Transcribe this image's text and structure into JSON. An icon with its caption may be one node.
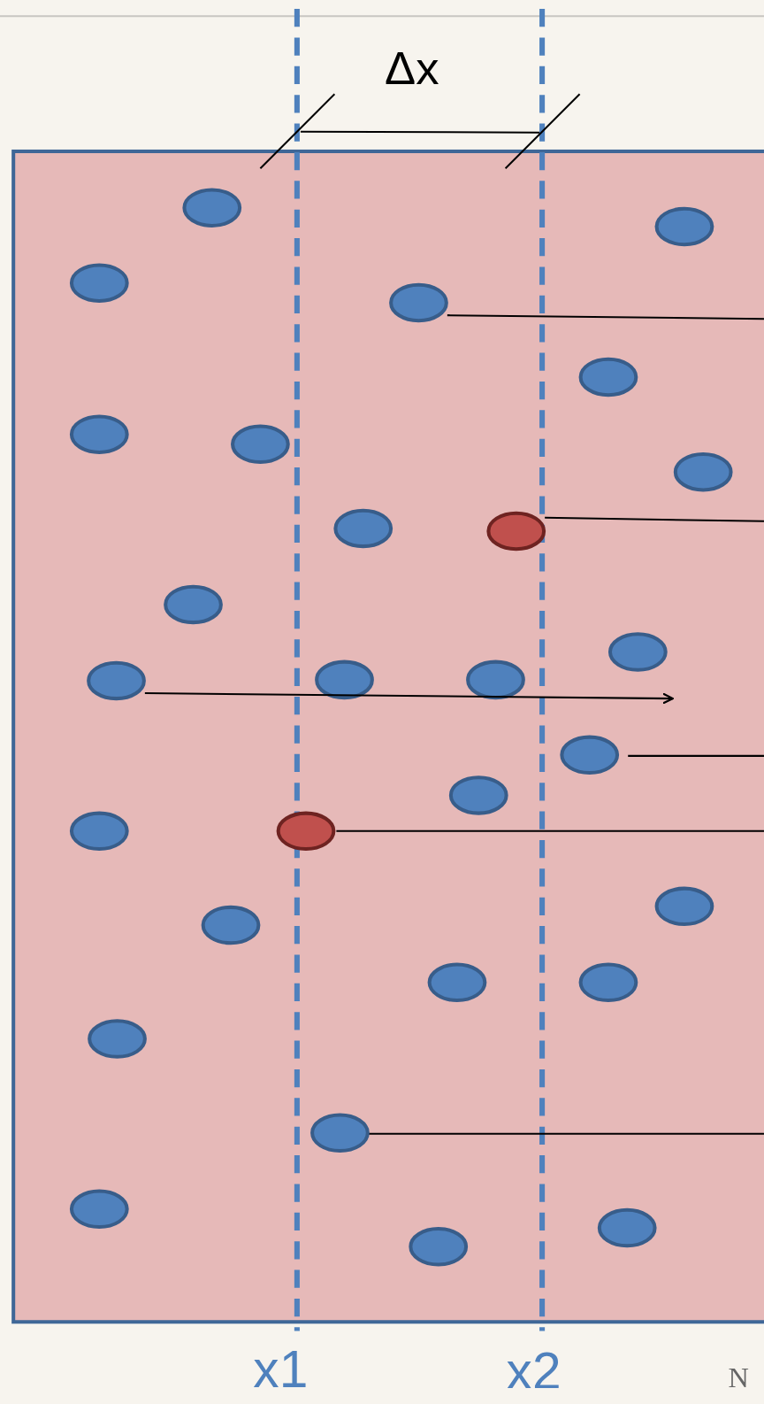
{
  "diagram": {
    "nodes": [
      {
        "text": [],
        "shape": "circle"
      },
      {
        "text": [],
        "shape": "circle"
      },
      {
        "text": [],
        "shape": "circle"
      },
      {
        "text": [],
        "shape": "circle"
      },
      {
        "text": [],
        "shape": "circle"
      },
      {
        "text": [],
        "shape": "circle"
      }
    ],
    "edges": [
      {
        "from": 0,
        "to": null,
        "arrow": "none"
      },
      {
        "from": 1,
        "to": null,
        "arrow": "none"
      },
      {
        "from": 2,
        "to": null,
        "arrow": "to"
      },
      {
        "from": 3,
        "to": null,
        "arrow": "none"
      },
      {
        "from": 4,
        "to": null,
        "arrow": "none"
      },
      {
        "from": 5,
        "to": null,
        "arrow": "none"
      }
    ],
    "labels": [
      "Δx",
      "x1",
      "x2",
      "N"
    ]
  }
}
